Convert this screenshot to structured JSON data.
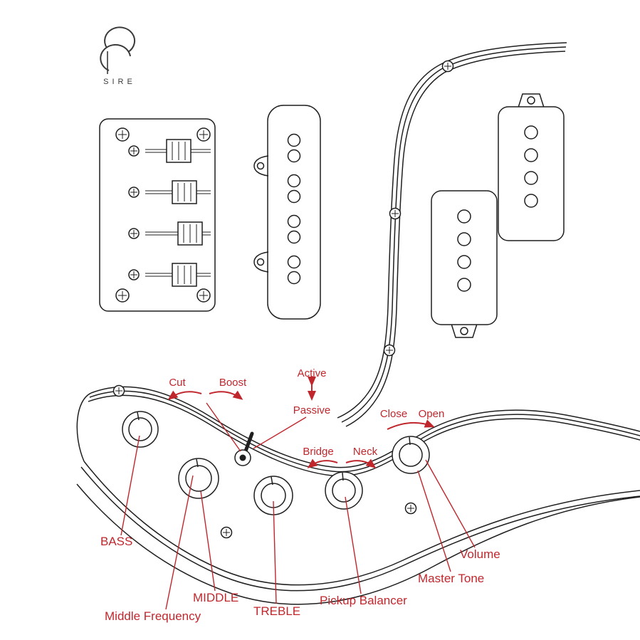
{
  "brand": {
    "name": "SIRE"
  },
  "colors": {
    "annotation_red": "#c0272d",
    "line_black": "#1f1f1f",
    "background": "#ffffff"
  },
  "controls": {
    "bass": {
      "label": "BASS"
    },
    "middle": {
      "label": "MIDDLE"
    },
    "middle_frequency": {
      "label": "Middle Frequency"
    },
    "treble": {
      "label": "TREBLE"
    },
    "pickup_balancer": {
      "label": "Pickup Balancer"
    },
    "master_tone": {
      "label": "Master Tone"
    },
    "volume": {
      "label": "Volume"
    }
  },
  "annotations": {
    "cut": "Cut",
    "boost": "Boost",
    "active": "Active",
    "passive": "Passive",
    "bridge": "Bridge",
    "neck": "Neck",
    "close": "Close",
    "open": "Open"
  },
  "components": {
    "bridge_icon": "bass-bridge",
    "jazz_pickup_icon": "jazz-bass-pickup",
    "split_pickup_icon": "split-coil-pickup",
    "knob_icon": "control-knob",
    "toggle_icon": "mini-toggle-switch",
    "screw_icon": "mounting-screw"
  }
}
